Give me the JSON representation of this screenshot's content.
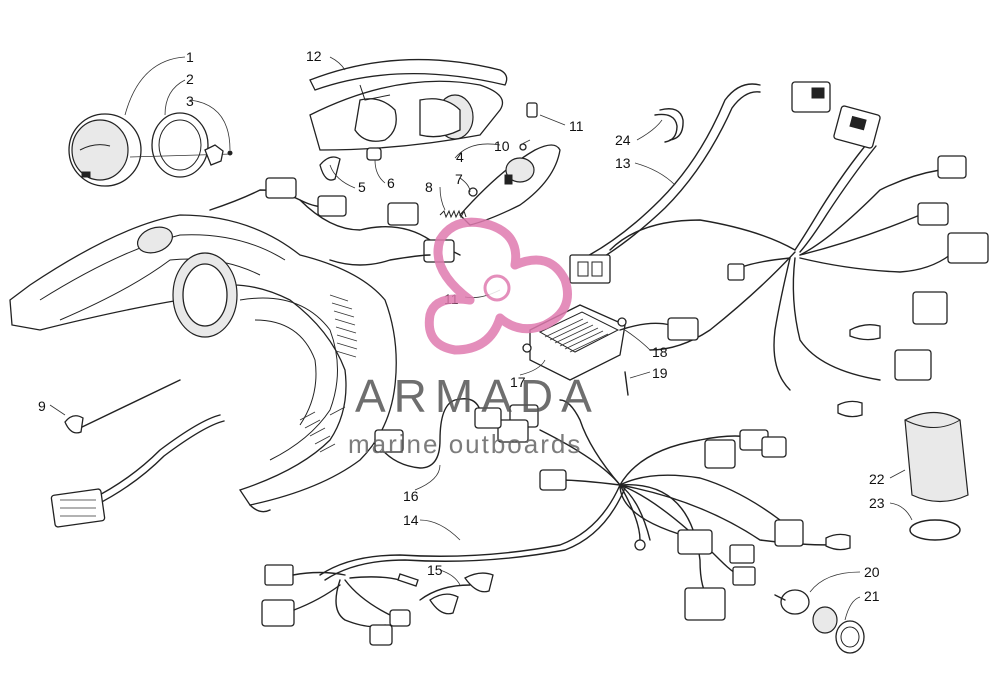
{
  "callouts": [
    "1",
    "2",
    "3",
    "4",
    "5",
    "6",
    "7",
    "8",
    "9",
    "10",
    "11",
    "11",
    "12",
    "13",
    "14",
    "15",
    "16",
    "17",
    "18",
    "19",
    "20",
    "21",
    "22",
    "23",
    "24"
  ],
  "watermark": {
    "title": "ARMADA",
    "subtitle": "marine outboards",
    "logo_color": "#e07bb0"
  }
}
